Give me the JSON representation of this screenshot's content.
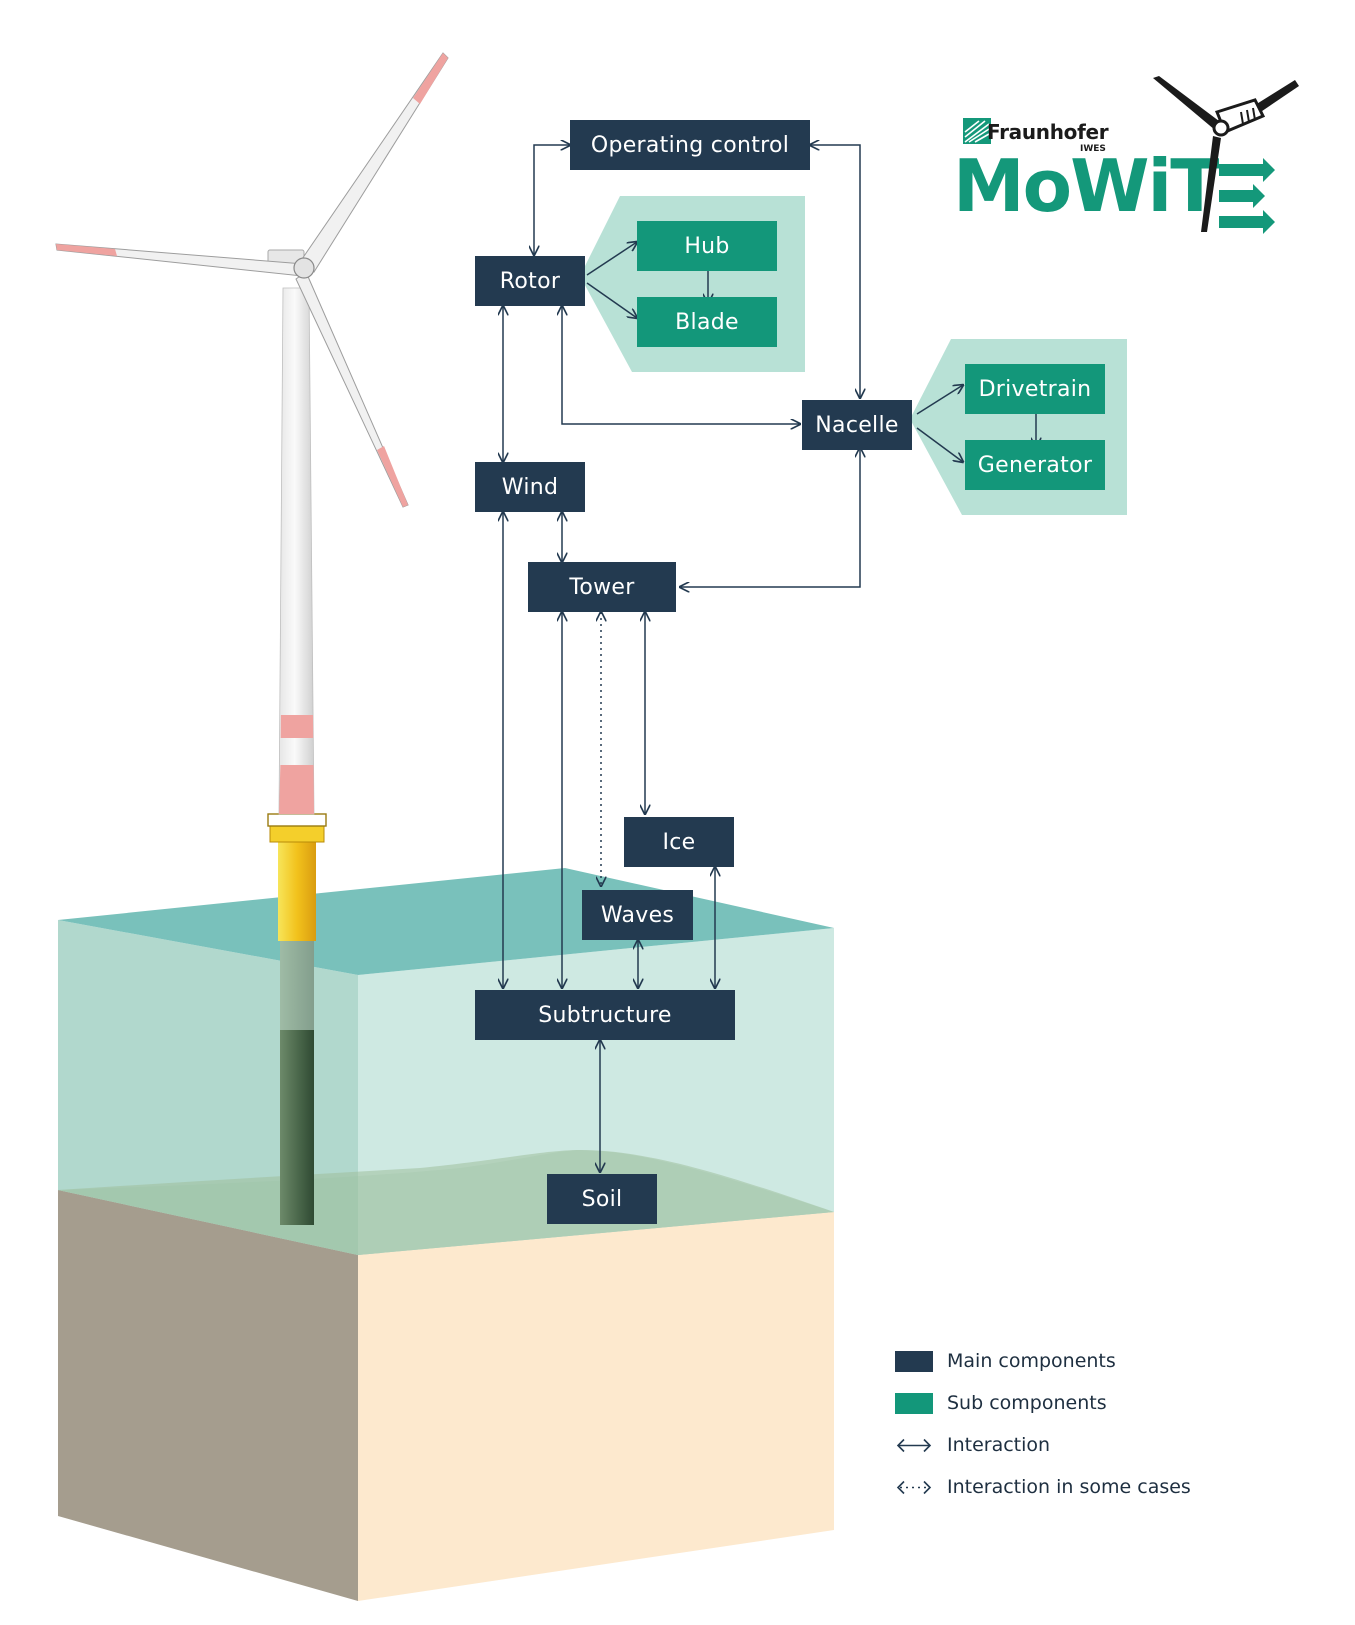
{
  "logo": {
    "org": "Fraunhofer",
    "org_sub": "IWES",
    "product": "MoWiT"
  },
  "nodes": {
    "operating_control": "Operating control",
    "rotor": "Rotor",
    "hub": "Hub",
    "blade": "Blade",
    "nacelle": "Nacelle",
    "drivetrain": "Drivetrain",
    "generator": "Generator",
    "wind": "Wind",
    "tower": "Tower",
    "ice": "Ice",
    "waves": "Waves",
    "substructure": "Subtructure",
    "soil": "Soil"
  },
  "legend": [
    {
      "label": "Main components",
      "kind": "swatch",
      "color": "#233a50"
    },
    {
      "label": "Sub components",
      "kind": "swatch",
      "color": "#13977a"
    },
    {
      "label": "Interaction",
      "kind": "arrow-solid"
    },
    {
      "label": "Interaction in some cases",
      "kind": "arrow-dotted"
    }
  ],
  "colors": {
    "main": "#233a50",
    "sub": "#13977a",
    "sub_group_bg": "#b8e1d6",
    "sea_top": "#79c1bb",
    "sea_body": "#c5e5dd",
    "sand": "#fde9ce",
    "ground_side": "#a59d8e"
  }
}
